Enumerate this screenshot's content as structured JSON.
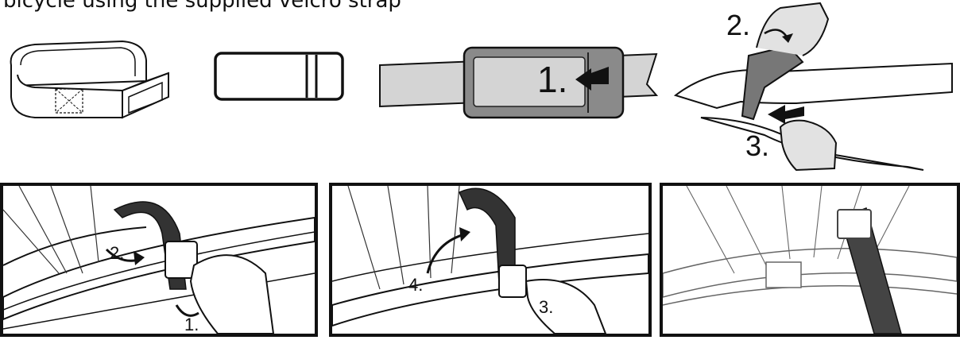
{
  "caption": "bicycle using the supplied velcro strap",
  "top_row": {
    "step_1": "1.",
    "step_2": "2.",
    "step_3": "3."
  },
  "panels": [
    {
      "step_a": "2.",
      "step_b": "1."
    },
    {
      "step_a": "4.",
      "step_b": "3."
    },
    {}
  ]
}
